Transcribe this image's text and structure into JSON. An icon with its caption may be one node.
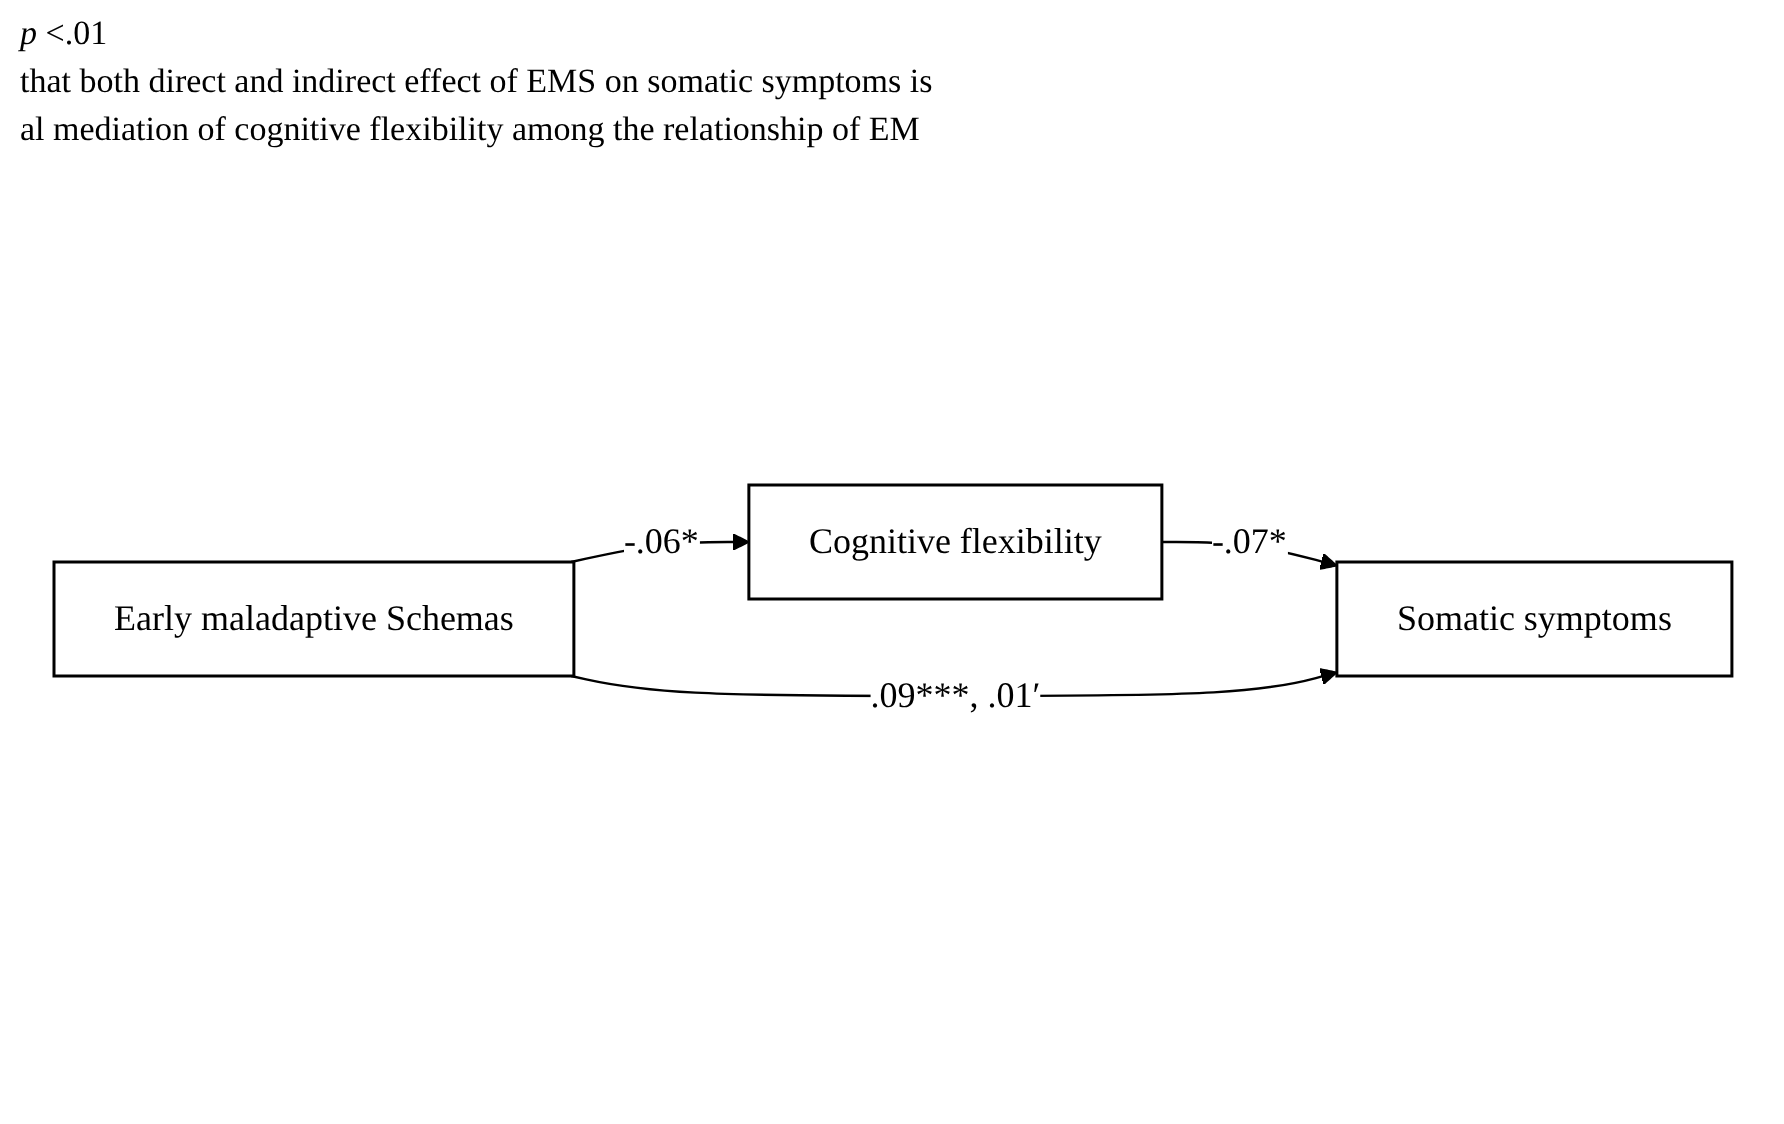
{
  "diagram": {
    "nodes": [
      {
        "text": [
          "Cognitive flexibility"
        ]
      },
      {
        "text": [
          "Early maladaptive Schemas"
        ]
      },
      {
        "text": [
          "Somatic symptoms"
        ]
      }
    ],
    "edges": [
      {
        "from": 1,
        "to": 0,
        "arrow": "to",
        "label": "-.06*"
      },
      {
        "from": 0,
        "to": 2,
        "arrow": "to",
        "label": "-.07*"
      },
      {
        "from": 1,
        "to": 2,
        "arrow": "to",
        "label": ".09***, .01′"
      }
    ],
    "labels": [
      "*p* <.01",
      "that both direct and indirect effect of EMS on somatic symptoms is",
      "al mediation of cognitive flexibility among the relationship of EM"
    ]
  }
}
